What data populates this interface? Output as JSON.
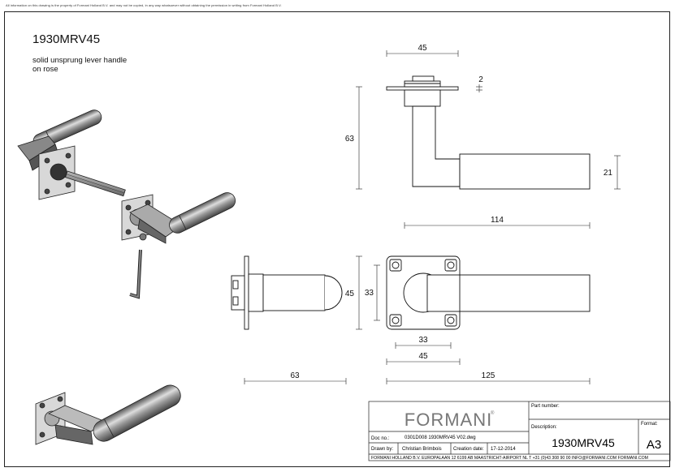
{
  "notice": "All information on this drawing is the property of Formani Holland B.V. and may not be copied, in any way whatsoever without obtaining the permission in writing from Formani Holland B.V.",
  "product": {
    "code": "1930MRV45",
    "description_line1": "solid unsprung lever handle",
    "description_line2": "on rose"
  },
  "dimensions": {
    "rose_width_top": "45",
    "rose_thickness": "2",
    "height_side": "63",
    "lever_diameter": "21",
    "lever_length": "114",
    "rose_height": "45",
    "screw_spacing_vertical": "33",
    "screw_spacing_horizontal": "33",
    "rose_width_bottom": "45",
    "projection": "63",
    "overall_length": "125"
  },
  "title_block": {
    "logo": "FORMANI",
    "logo_mark": "®",
    "part_number_label": "Part number:",
    "description_label": "Description:",
    "format_label": "Format:",
    "doc_no_label": "Doc no.:",
    "doc_no": "0301D008 1930MRV45 V02.dwg",
    "drawn_by_label": "Drawn by:",
    "drawn_by": "Christian Brimbois",
    "creation_date_label": "Creation date:",
    "creation_date": "17-12-2014",
    "description": "1930MRV45",
    "format": "A3",
    "address": "FORMANI HOLLAND B.V.  EUROPALAAN 12  6199 AB MAASTRICHT-AIRPORT NL  T +31 (0)43 308 90 00  INFO@FORMANI.COM  FORMANI.COM"
  }
}
